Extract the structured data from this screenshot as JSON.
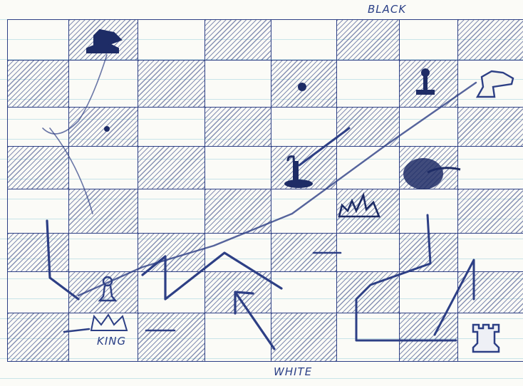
{
  "labels": {
    "top_side": "BLACK",
    "bottom_side": "WHITE",
    "king_note": "KING"
  },
  "board": {
    "rows": 8,
    "cols": 8,
    "ink_color": "#2d3f85"
  },
  "pieces": [
    {
      "name": "rook-icon",
      "square": "h1",
      "color": "white"
    },
    {
      "name": "pawn-icon",
      "square": "b2",
      "color": "white"
    },
    {
      "name": "knight-icon",
      "square": "b8",
      "color": "black"
    },
    {
      "name": "pawn-icon",
      "square": "g7",
      "color": "black"
    },
    {
      "name": "knight-icon",
      "square": "h7",
      "color": "white"
    },
    {
      "name": "pawn-icon",
      "square": "e5",
      "color": "black"
    },
    {
      "name": "king-icon",
      "square": "f4",
      "color": "black"
    },
    {
      "name": "scribble-icon",
      "square": "g5",
      "color": "black"
    }
  ]
}
